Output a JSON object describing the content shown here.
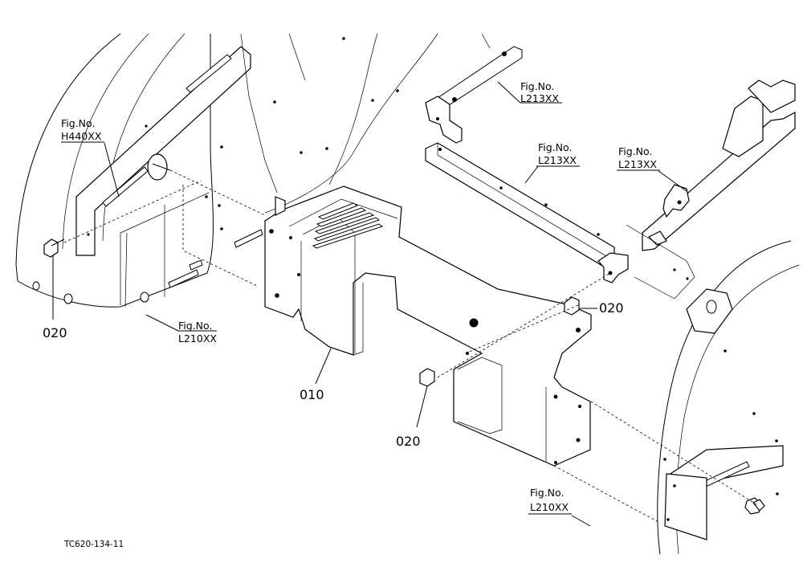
{
  "fig_refs": [
    {
      "prefix": "Fig.No.",
      "code": "H440XX"
    },
    {
      "prefix": "Fig.No.",
      "code": "L213XX"
    },
    {
      "prefix": "Fig.No.",
      "code": "L213XX"
    },
    {
      "prefix": "Fig.No.",
      "code": "L213XX"
    },
    {
      "prefix": "Fig.No.",
      "code": "L210XX"
    },
    {
      "prefix": "Fig.No.",
      "code": "L210XX"
    }
  ],
  "part_numbers": [
    "020",
    "020",
    "020",
    "010"
  ],
  "drawing_code": "TC620-134-11"
}
